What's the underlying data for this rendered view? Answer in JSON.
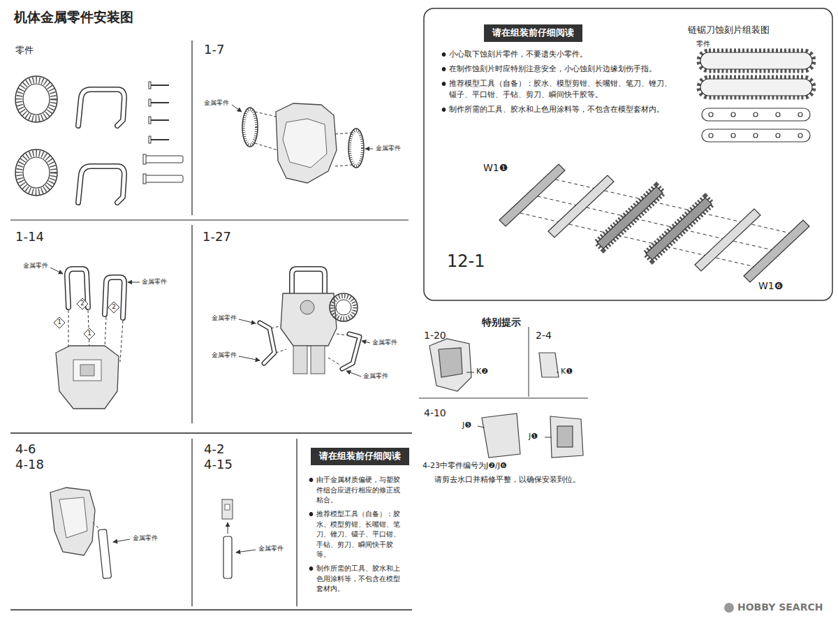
{
  "diagram": {
    "title": "机体金属零件安装图",
    "nodes": [
      {
        "text": [
          "零件"
        ]
      },
      {
        "text": [
          "1-7"
        ]
      },
      {
        "text": [
          "1-14"
        ]
      },
      {
        "text": [
          "1-27"
        ]
      },
      {
        "text": [
          "4-6",
          "4-18"
        ]
      },
      {
        "text": [
          "4-2",
          "4-15"
        ]
      },
      {
        "text": [
          "由于金属材质偏硬，与塑胶件组合应进行相应的修正或粘合。",
          "推荐模型工具（自备）：胶水、模型剪钳、长嘴钳、笔刀、锉刀、镊子、平口钳、手钻、剪刀、瞬间快干胶等。",
          "制作所需的工具、胶水和上色用涂料等，不包含在模型套材内。"
        ]
      },
      {
        "text": [
          "请在组装前仔细阅读"
        ],
        "in": 6
      },
      {
        "text": [
          "小心取下蚀刻片零件，不要遗失小零件。",
          "在制作蚀刻片时应特别注意安全，小心蚀刻片边缘划伤手指。",
          "推荐模型工具（自备）：胶水、模型剪钳、长嘴钳、笔刀、锉刀、镊子、平口钳、手钻、剪刀、瞬间快干胶等。",
          "制作所需的工具、胶水和上色用涂料等，不包含在模型套材内。",
          "链锯刀蚀刻片组装图",
          "零件",
          "12-1"
        ]
      },
      {
        "text": [
          "请在组装前仔细阅读"
        ],
        "in": 8
      },
      {
        "text": [
          "特别提示"
        ]
      }
    ],
    "labels": [
      "金属零件",
      "金属零件",
      "金属零件",
      "金属零件",
      "1",
      "2",
      "2",
      "1",
      "金属零件",
      "金属零件",
      "金属零件",
      "金属零件",
      "金属零件",
      "金属零件",
      "W1❶",
      "W1❻",
      "1-20",
      "K❷",
      "2-4",
      "K❶",
      "4-10",
      "J❺",
      "J❶",
      "4-23中零件编号为J❷/J❻",
      "请剪去水口并精修平整，以确保安装到位。",
      "HOBBY SEARCH"
    ]
  }
}
